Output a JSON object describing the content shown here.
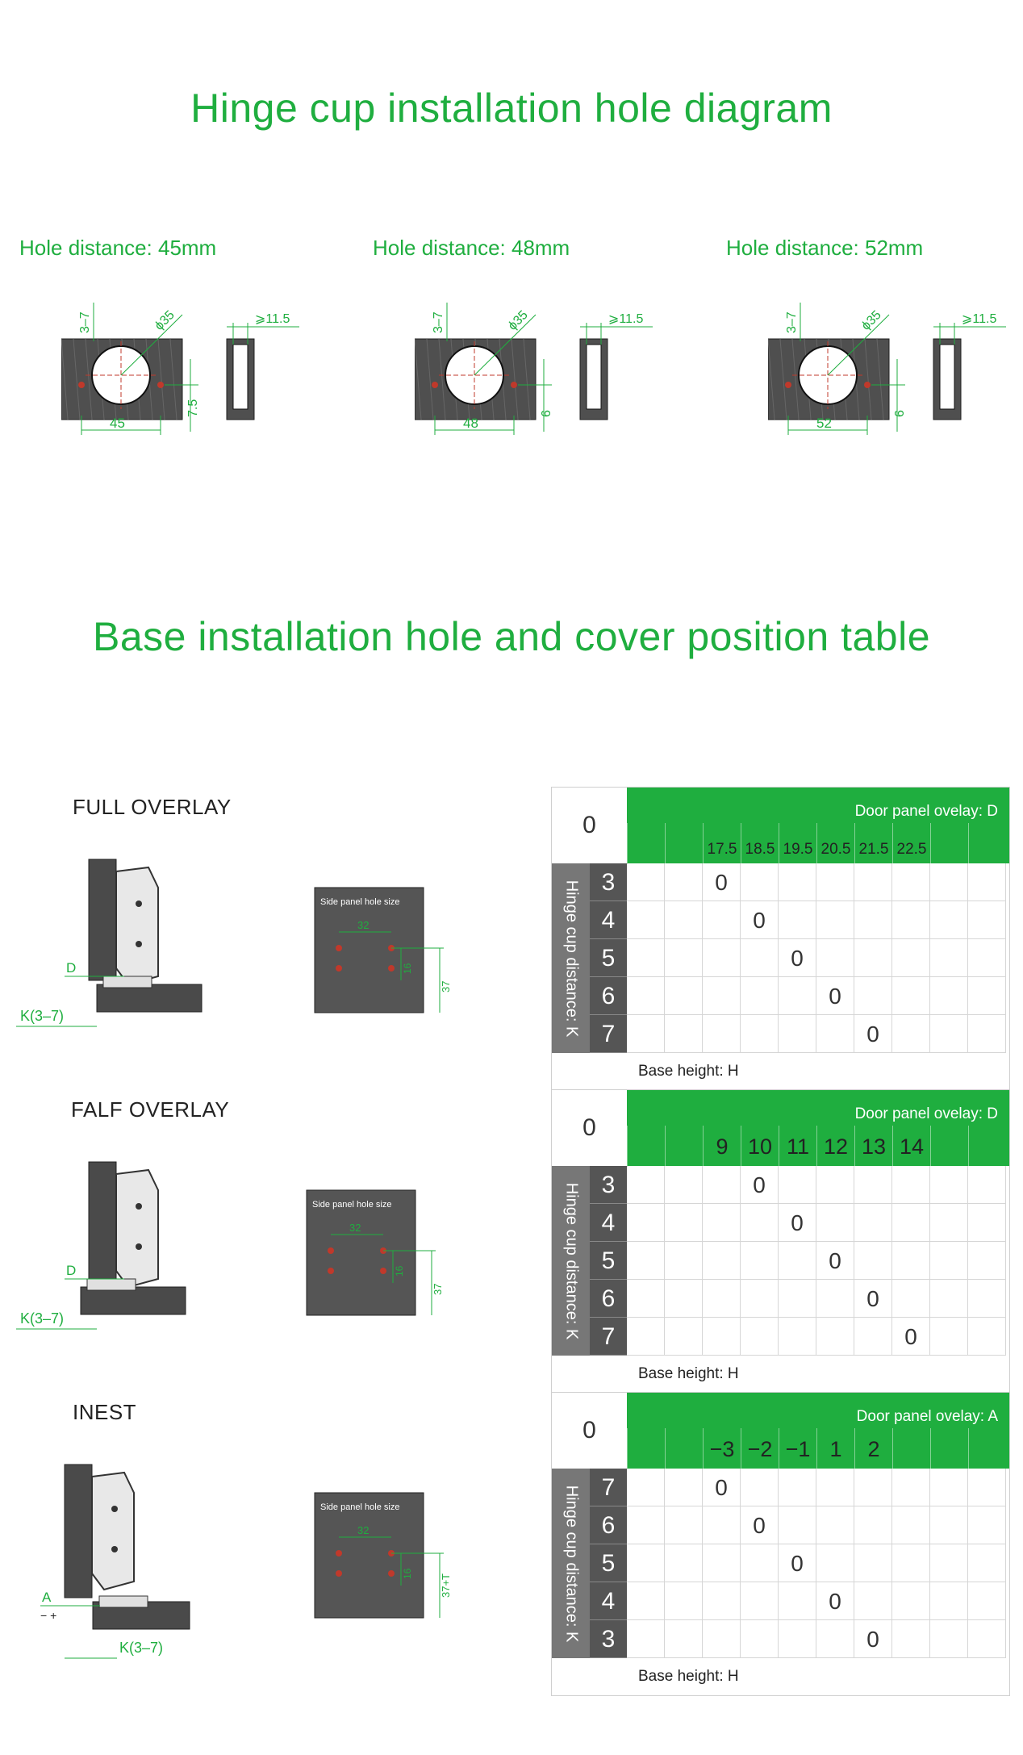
{
  "header": {
    "title_top": "Hinge cup installation hole diagram",
    "title_mid": "Base installation hole and cover position table"
  },
  "cup_diagrams": [
    {
      "label": "Hole distance: 45mm",
      "pitch": "45",
      "offset": "7.5",
      "depth": "3–7",
      "diameter": "ϕ35",
      "edge": "⩾11.5"
    },
    {
      "label": "Hole distance: 48mm",
      "pitch": "48",
      "offset": "6",
      "depth": "3–7",
      "diameter": "ϕ35",
      "edge": "⩾11.5"
    },
    {
      "label": "Hole distance: 52mm",
      "pitch": "52",
      "offset": "6",
      "depth": "3–7",
      "diameter": "ϕ35",
      "edge": "⩾11.5"
    }
  ],
  "overlay_sections": [
    {
      "name": "FULL OVERLAY",
      "d_label": "D",
      "k_label": "K(3–7)",
      "side_panel": "Side panel hole size",
      "h32": "32",
      "v16": "16",
      "v37": "37"
    },
    {
      "name": "FALF OVERLAY",
      "d_label": "D",
      "k_label": "K(3–7)",
      "side_panel": "Side panel hole size",
      "h32": "32",
      "v16": "16",
      "v37": "37"
    },
    {
      "name": "INEST",
      "d_label": "A",
      "sign_label": "− +",
      "k_label": "K(3–7)",
      "side_panel": "Side panel hole size",
      "h32": "32",
      "v16": "16",
      "v37": "37+T"
    }
  ],
  "tables": [
    {
      "corner": "0",
      "overlay_label": "Door panel ovelay: D",
      "columns": [
        "",
        "",
        "17.5",
        "18.5",
        "19.5",
        "20.5",
        "21.5",
        "22.5",
        "",
        ""
      ],
      "big_header": false,
      "side_label": "Hinge cup distance: K",
      "rows": [
        {
          "k": "3",
          "cells": [
            "",
            "",
            "0",
            "",
            "",
            "",
            "",
            "",
            "",
            ""
          ]
        },
        {
          "k": "4",
          "cells": [
            "",
            "",
            "",
            "0",
            "",
            "",
            "",
            "",
            "",
            ""
          ]
        },
        {
          "k": "5",
          "cells": [
            "",
            "",
            "",
            "",
            "0",
            "",
            "",
            "",
            "",
            ""
          ]
        },
        {
          "k": "6",
          "cells": [
            "",
            "",
            "",
            "",
            "",
            "0",
            "",
            "",
            "",
            ""
          ]
        },
        {
          "k": "7",
          "cells": [
            "",
            "",
            "",
            "",
            "",
            "",
            "0",
            "",
            "",
            ""
          ]
        }
      ],
      "footer": "Base height: H"
    },
    {
      "corner": "0",
      "overlay_label": "Door panel ovelay: D",
      "columns": [
        "",
        "",
        "9",
        "10",
        "11",
        "12",
        "13",
        "14",
        "",
        ""
      ],
      "big_header": true,
      "side_label": "Hinge cup distance: K",
      "rows": [
        {
          "k": "3",
          "cells": [
            "",
            "",
            "",
            "0",
            "",
            "",
            "",
            "",
            "",
            ""
          ]
        },
        {
          "k": "4",
          "cells": [
            "",
            "",
            "",
            "",
            "0",
            "",
            "",
            "",
            "",
            ""
          ]
        },
        {
          "k": "5",
          "cells": [
            "",
            "",
            "",
            "",
            "",
            "0",
            "",
            "",
            "",
            ""
          ]
        },
        {
          "k": "6",
          "cells": [
            "",
            "",
            "",
            "",
            "",
            "",
            "0",
            "",
            "",
            ""
          ]
        },
        {
          "k": "7",
          "cells": [
            "",
            "",
            "",
            "",
            "",
            "",
            "",
            "0",
            "",
            ""
          ]
        }
      ],
      "footer": "Base height: H"
    },
    {
      "corner": "0",
      "overlay_label": "Door panel ovelay: A",
      "columns": [
        "",
        "",
        "−3",
        "−2",
        "−1",
        "1",
        "2",
        "",
        "",
        ""
      ],
      "big_header": true,
      "side_label": "Hinge cup distance: K",
      "rows": [
        {
          "k": "7",
          "cells": [
            "",
            "",
            "0",
            "",
            "",
            "",
            "",
            "",
            "",
            ""
          ]
        },
        {
          "k": "6",
          "cells": [
            "",
            "",
            "",
            "0",
            "",
            "",
            "",
            "",
            "",
            ""
          ]
        },
        {
          "k": "5",
          "cells": [
            "",
            "",
            "",
            "",
            "0",
            "",
            "",
            "",
            "",
            ""
          ]
        },
        {
          "k": "4",
          "cells": [
            "",
            "",
            "",
            "",
            "",
            "0",
            "",
            "",
            "",
            ""
          ]
        },
        {
          "k": "3",
          "cells": [
            "",
            "",
            "",
            "",
            "",
            "",
            "0",
            "",
            "",
            ""
          ]
        }
      ],
      "footer": "Base height: H"
    }
  ],
  "colors": {
    "accent": "#1fae3f",
    "board": "#555555",
    "hole": "#c0392b",
    "dim": "#1fae3f"
  }
}
